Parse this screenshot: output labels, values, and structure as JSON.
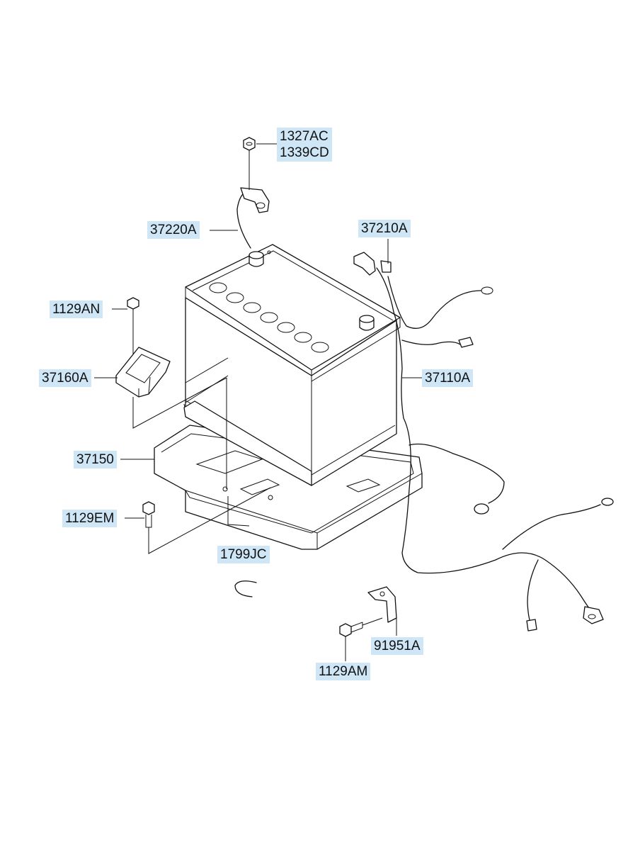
{
  "callouts": [
    {
      "id": "c1327",
      "lines": [
        "1327AC",
        "1339CD"
      ]
    },
    {
      "id": "c37220",
      "lines": [
        "37220A"
      ]
    },
    {
      "id": "c37210",
      "lines": [
        "37210A"
      ]
    },
    {
      "id": "c1129an",
      "lines": [
        "1129AN"
      ]
    },
    {
      "id": "c37160",
      "lines": [
        "37160A"
      ]
    },
    {
      "id": "c37110",
      "lines": [
        "37110A"
      ]
    },
    {
      "id": "c37150",
      "lines": [
        "37150"
      ]
    },
    {
      "id": "c1129em",
      "lines": [
        "1129EM"
      ]
    },
    {
      "id": "c1799",
      "lines": [
        "1799JC"
      ]
    },
    {
      "id": "c91951",
      "lines": [
        "91951A"
      ]
    },
    {
      "id": "c1129am",
      "lines": [
        "1129AM"
      ]
    }
  ],
  "colors": {
    "callout_bg": "#cfe6f7",
    "line": "#111111"
  }
}
